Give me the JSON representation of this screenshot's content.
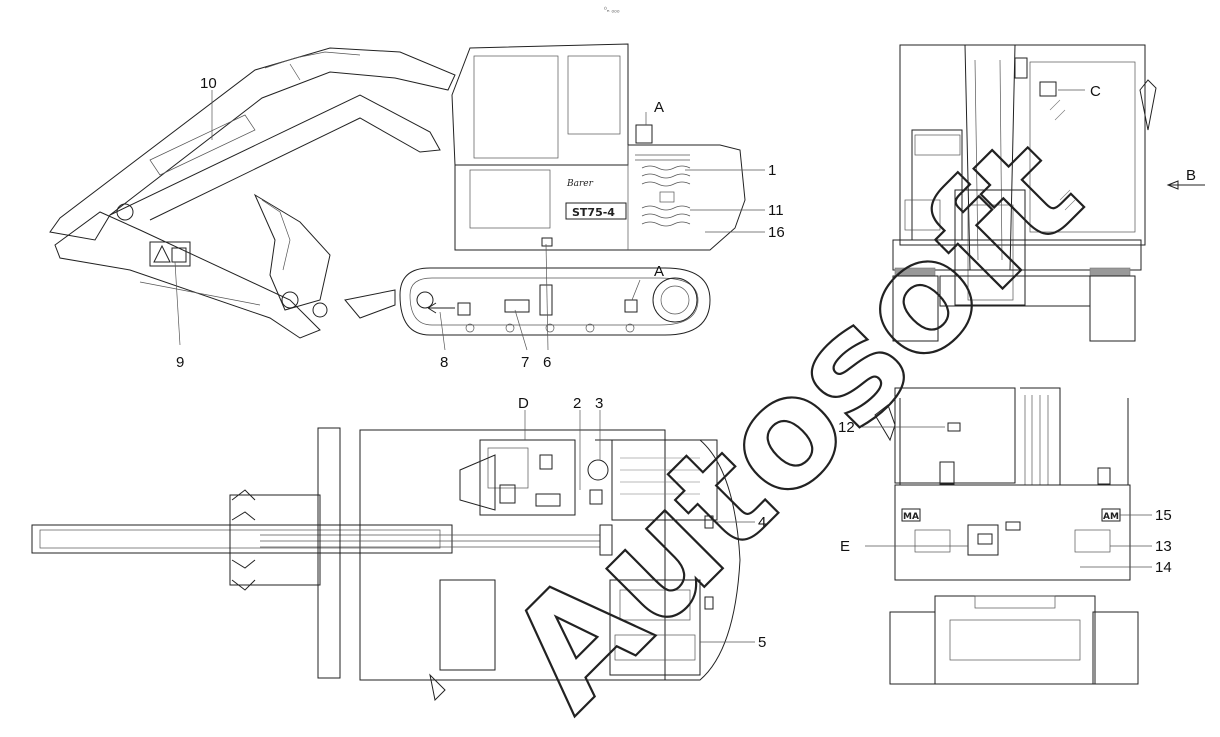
{
  "header_mark": "⁰ₙ ₒₒₒ",
  "watermark": "Autosoft",
  "callouts": {
    "n1": "1",
    "n2": "2",
    "n3": "3",
    "n4": "4",
    "n5": "5",
    "n6": "6",
    "n7": "7",
    "n8": "8",
    "n9": "9",
    "n10": "10",
    "n11": "11",
    "n12": "12",
    "n13": "13",
    "n14": "14",
    "n15": "15",
    "n16": "16",
    "A1": "A",
    "A2": "A",
    "B": "B",
    "C": "C",
    "D": "D",
    "E": "E"
  },
  "model_badge": "ST75-4",
  "brand_script": "Barer",
  "decals": {
    "left_rear": "MA",
    "right_rear": "AM"
  }
}
